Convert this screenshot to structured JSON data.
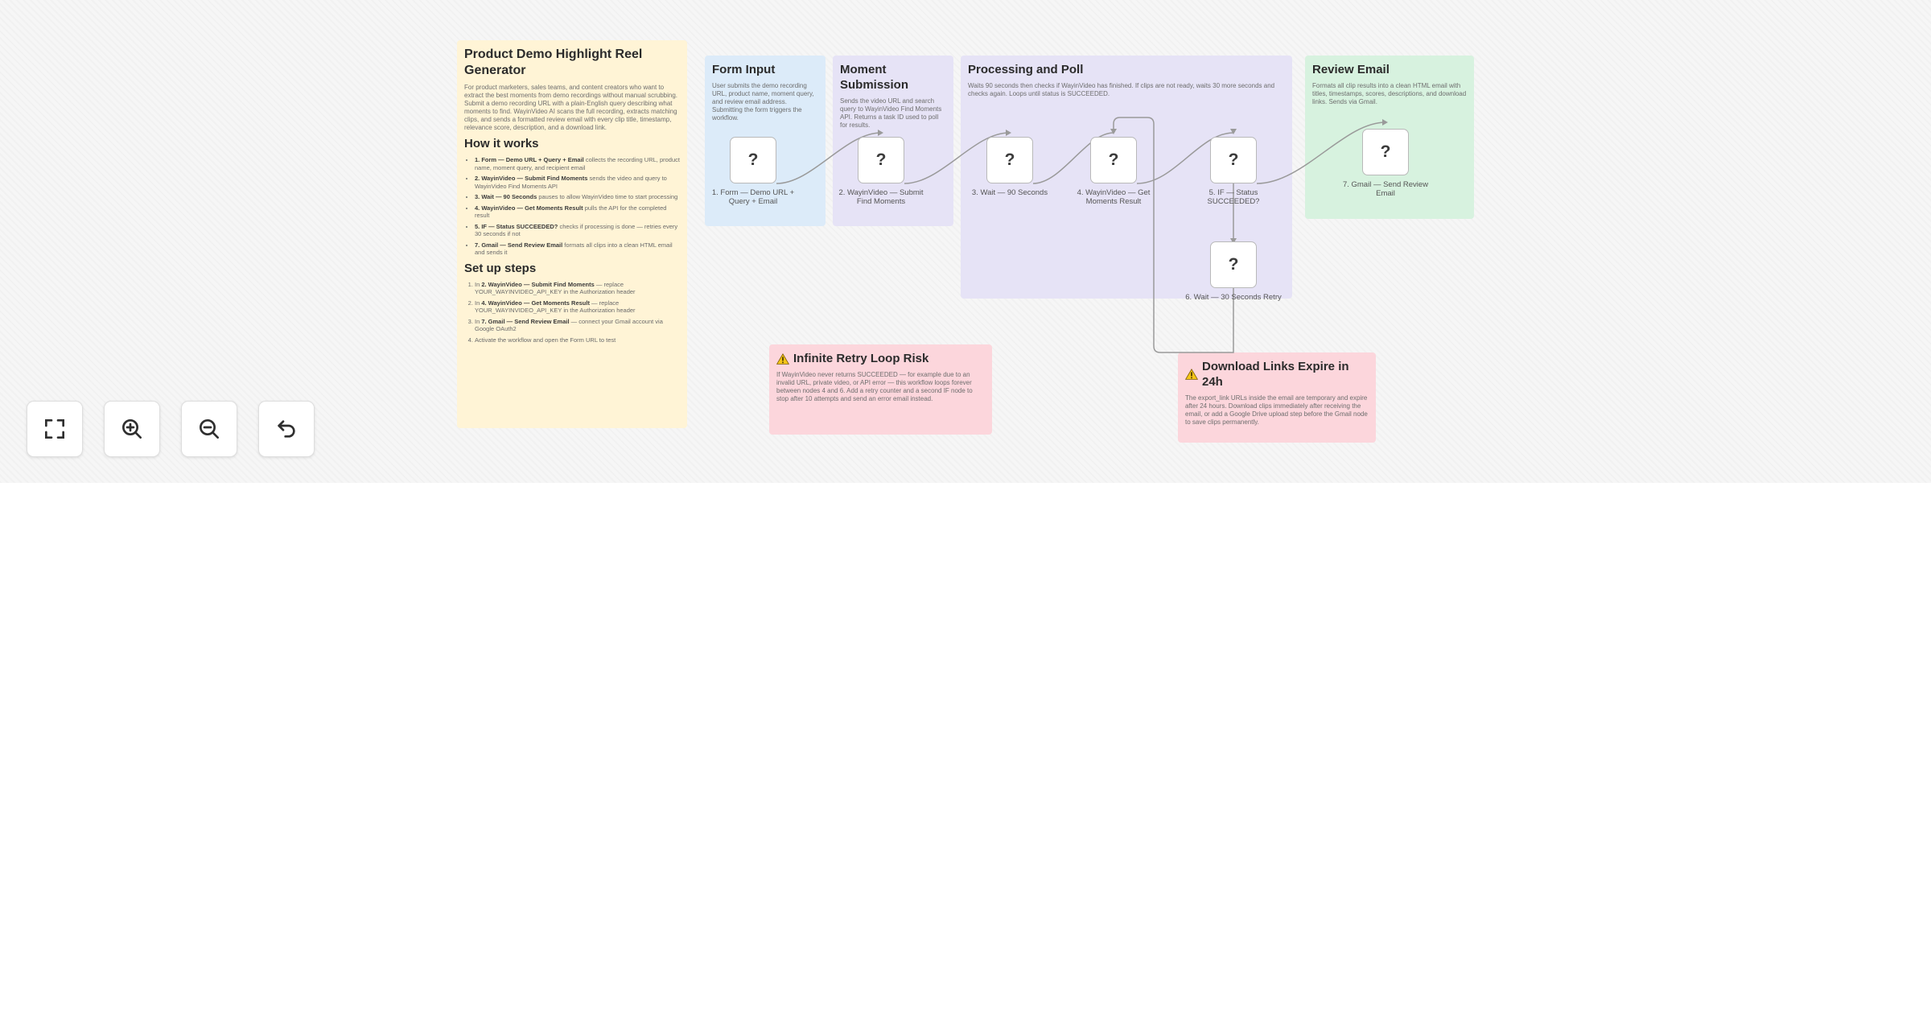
{
  "notes": {
    "main": {
      "title": "Product Demo Highlight Reel Generator",
      "intro": "For product marketers, sales teams, and content creators who want to extract the best moments from demo recordings without manual scrubbing. Submit a demo recording URL with a plain-English query describing what moments to find. WayinVideo AI scans the full recording, extracts matching clips, and sends a formatted review email with every clip title, timestamp, relevance score, description, and a download link.",
      "how_title": "How it works",
      "how_items": [
        {
          "bold": "1. Form — Demo URL + Query + Email",
          "text": " collects the recording URL, product name, moment query, and recipient email"
        },
        {
          "bold": "2. WayinVideo — Submit Find Moments",
          "text": " sends the video and query to WayinVideo Find Moments API"
        },
        {
          "bold": "3. Wait — 90 Seconds",
          "text": " pauses to allow WayinVideo time to start processing"
        },
        {
          "bold": "4. WayinVideo — Get Moments Result",
          "text": " pulls the API for the completed result"
        },
        {
          "bold": "5. IF — Status SUCCEEDED?",
          "text": " checks if processing is done — retries every 30 seconds if not"
        },
        {
          "bold": "7. Gmail — Send Review Email",
          "text": " formats all clips into a clean HTML email and sends it"
        }
      ],
      "setup_title": "Set up steps",
      "setup_items": [
        {
          "pre": "In ",
          "bold": "2. WayinVideo — Submit Find Moments",
          "text": " — replace YOUR_WAYINVIDEO_API_KEY in the Authorization header"
        },
        {
          "pre": "In ",
          "bold": "4. WayinVideo — Get Moments Result",
          "text": " — replace YOUR_WAYINVIDEO_API_KEY in the Authorization header"
        },
        {
          "pre": "In ",
          "bold": "7. Gmail — Send Review Email",
          "text": " — connect your Gmail account via Google OAuth2"
        },
        {
          "pre": "",
          "bold": "",
          "text": "Activate the workflow and open the Form URL to test"
        }
      ]
    },
    "form_input": {
      "title": "Form Input",
      "desc": "User submits the demo recording URL, product name, moment query, and review email address. Submitting the form triggers the workflow."
    },
    "moment_submission": {
      "title": "Moment Submission",
      "desc": "Sends the video URL and search query to WayinVideo Find Moments API. Returns a task ID used to poll for results."
    },
    "processing": {
      "title": "Processing and Poll",
      "desc": "Waits 90 seconds then checks if WayinVideo has finished. If clips are not ready, waits 30 more seconds and checks again. Loops until status is SUCCEEDED."
    },
    "review_email": {
      "title": "Review Email",
      "desc": "Formats all clip results into a clean HTML email with titles, timestamps, scores, descriptions, and download links. Sends via Gmail."
    },
    "retry_warning": {
      "title": "Infinite Retry Loop Risk",
      "desc": "If WayinVideo never returns SUCCEEDED — for example due to an invalid URL, private video, or API error — this workflow loops forever between nodes 4 and 6. Add a retry counter and a second IF node to stop after 10 attempts and send an error email instead."
    },
    "links_warning": {
      "title": "Download Links Expire in 24h",
      "desc": "The export_link URLs inside the email are temporary and expire after 24 hours. Download clips immediately after receiving the email, or add a Google Drive upload step before the Gmail node to save clips permanently."
    }
  },
  "nodes": [
    {
      "id": "n1",
      "icon": "?",
      "label": "1. Form — Demo URL + Query + Email"
    },
    {
      "id": "n2",
      "icon": "?",
      "label": "2. WayinVideo — Submit Find Moments"
    },
    {
      "id": "n3",
      "icon": "?",
      "label": "3. Wait — 90 Seconds"
    },
    {
      "id": "n4",
      "icon": "?",
      "label": "4. WayinVideo — Get Moments Result"
    },
    {
      "id": "n5",
      "icon": "?",
      "label": "5. IF — Status SUCCEEDED?"
    },
    {
      "id": "n6",
      "icon": "?",
      "label": "6. Wait — 30 Seconds Retry"
    },
    {
      "id": "n7",
      "icon": "?",
      "label": "7. Gmail — Send Review Email"
    }
  ],
  "controls": [
    {
      "name": "fit-view-button",
      "icon": "fullscreen-icon"
    },
    {
      "name": "zoom-in-button",
      "icon": "zoom-in-icon"
    },
    {
      "name": "zoom-out-button",
      "icon": "zoom-out-icon"
    },
    {
      "name": "undo-button",
      "icon": "undo-icon"
    }
  ],
  "colors": {
    "note_yellow": "#fff4d6",
    "note_blue": "#dcebf9",
    "note_purple": "#e6e3f6",
    "note_green": "#d7f2df",
    "note_red": "#fcd6dc",
    "edge": "#9a9a9a"
  }
}
